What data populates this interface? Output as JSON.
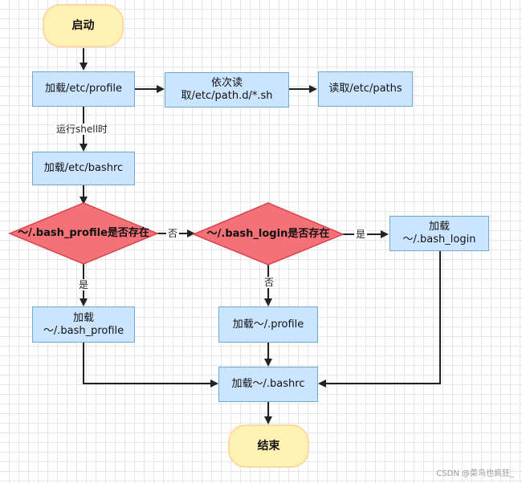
{
  "nodes": {
    "start": "启动",
    "load_profile": "加载/etc/profile",
    "read_path_d": "依次读\n取/etc/path.d/*.sh",
    "read_paths": "读取/etc/paths",
    "load_bashrc_etc": "加载/etc/bashrc",
    "q_bash_profile": "～/.bash_profile是否存在",
    "q_bash_login": "～/.bash_login是否存在",
    "load_bash_login": "加载\n～/.bash_login",
    "load_bash_profile": "加载\n～/.bash_profile",
    "load_profile_home": "加载～/.profile",
    "load_bashrc_home": "加载～/.bashrc",
    "end": "结束"
  },
  "edge_labels": {
    "run_shell": "运行shell时",
    "no_1": "否",
    "yes_1": "是",
    "yes_2": "是",
    "no_2": "否"
  },
  "watermark": "CSDN @菜鸟也疯狂_",
  "colors": {
    "process_fill": "#cce5ff",
    "process_border": "#6fa8dc",
    "terminal_fill": "#fff2b3",
    "terminal_border": "#fcd9a0",
    "decision_fill": "#f47178",
    "decision_border": "#d9444f",
    "connector": "#222222"
  }
}
